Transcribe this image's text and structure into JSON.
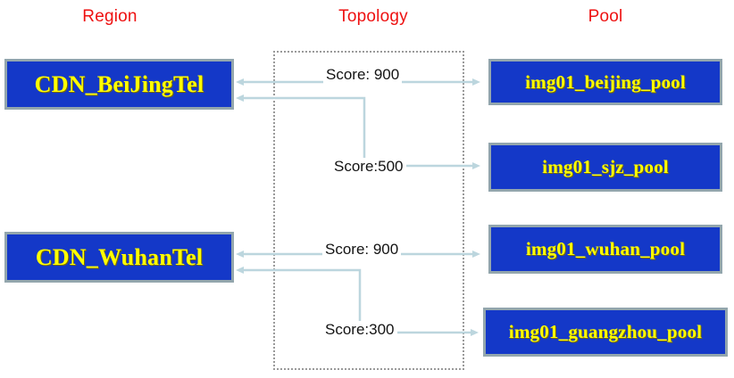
{
  "diagram": {
    "title_columns": [
      {
        "id": "region",
        "label": "Region"
      },
      {
        "id": "topology",
        "label": "Topology"
      },
      {
        "id": "pool",
        "label": "Pool"
      }
    ],
    "colors": {
      "header_text": "#ee1111",
      "node_fill": "#1438c8",
      "node_border": "#93a6ad",
      "node_text": "#ffff00",
      "connector": "#bcd6de",
      "frame_border": "#9a9a9a",
      "background": "#ffffff",
      "score_text": "#131313"
    },
    "regions": [
      {
        "id": "cdn-beijingtel",
        "label": "CDN_BeiJingTel"
      },
      {
        "id": "cdn-wuhantel",
        "label": "CDN_WuhanTel"
      }
    ],
    "pools": [
      {
        "id": "img01-beijing-pool",
        "label": "img01_beijing_pool"
      },
      {
        "id": "img01-sjz-pool",
        "label": "img01_sjz_pool"
      },
      {
        "id": "img01-wuhan-pool",
        "label": "img01_wuhan_pool"
      },
      {
        "id": "img01-guangzhou-pool",
        "label": "img01_guangzhou_pool"
      }
    ],
    "links": [
      {
        "id": "link-0",
        "from": "cdn-beijingtel",
        "to": "img01-beijing-pool",
        "score": 900,
        "label": "Score: 900"
      },
      {
        "id": "link-1",
        "from": "cdn-beijingtel",
        "to": "img01-sjz-pool",
        "score": 500,
        "label": "Score:500"
      },
      {
        "id": "link-2",
        "from": "cdn-wuhantel",
        "to": "img01-wuhan-pool",
        "score": 900,
        "label": "Score: 900"
      },
      {
        "id": "link-3",
        "from": "cdn-wuhantel",
        "to": "img01-guangzhou-pool",
        "score": 300,
        "label": "Score:300"
      }
    ]
  }
}
